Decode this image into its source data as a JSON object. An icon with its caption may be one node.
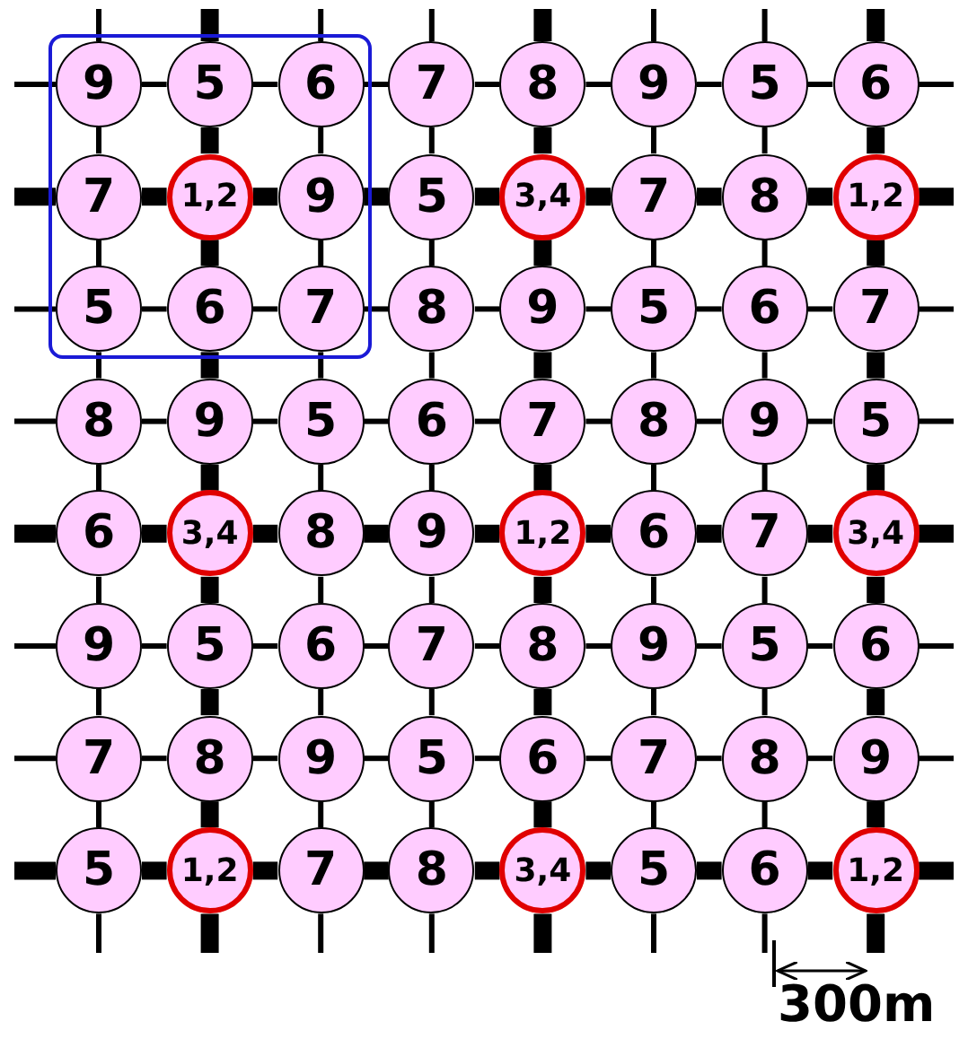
{
  "diagram": {
    "nodes": [
      {
        "text": [],
        "shape": "box"
      },
      {
        "text": [
          "9"
        ],
        "in": 0
      },
      {
        "text": [
          "5"
        ],
        "in": 0
      },
      {
        "text": [
          "6"
        ],
        "in": 0
      },
      {
        "text": [
          "7"
        ]
      },
      {
        "text": [
          "8"
        ]
      },
      {
        "text": [
          "9"
        ]
      },
      {
        "text": [
          "5"
        ]
      },
      {
        "text": [
          "6"
        ]
      },
      {
        "text": [
          "7"
        ],
        "in": 0
      },
      {
        "text": [
          "1,2"
        ],
        "in": 0
      },
      {
        "text": [
          "9"
        ],
        "in": 0
      },
      {
        "text": [
          "5"
        ]
      },
      {
        "text": [
          "3,4"
        ]
      },
      {
        "text": [
          "7"
        ]
      },
      {
        "text": [
          "8"
        ]
      },
      {
        "text": [
          "1,2"
        ]
      },
      {
        "text": [
          "5"
        ],
        "in": 0
      },
      {
        "text": [
          "6"
        ],
        "in": 0
      },
      {
        "text": [
          "7"
        ],
        "in": 0
      },
      {
        "text": [
          "8"
        ]
      },
      {
        "text": [
          "9"
        ]
      },
      {
        "text": [
          "5"
        ]
      },
      {
        "text": [
          "6"
        ]
      },
      {
        "text": [
          "7"
        ]
      },
      {
        "text": [
          "8"
        ]
      },
      {
        "text": [
          "9"
        ]
      },
      {
        "text": [
          "5"
        ]
      },
      {
        "text": [
          "6"
        ]
      },
      {
        "text": [
          "7"
        ]
      },
      {
        "text": [
          "8"
        ]
      },
      {
        "text": [
          "9"
        ]
      },
      {
        "text": [
          "5"
        ]
      },
      {
        "text": [
          "6"
        ]
      },
      {
        "text": [
          "3,4"
        ]
      },
      {
        "text": [
          "8"
        ]
      },
      {
        "text": [
          "9"
        ]
      },
      {
        "text": [
          "1,2"
        ]
      },
      {
        "text": [
          "6"
        ]
      },
      {
        "text": [
          "7"
        ]
      },
      {
        "text": [
          "3,4"
        ]
      },
      {
        "text": [
          "9"
        ]
      },
      {
        "text": [
          "5"
        ]
      },
      {
        "text": [
          "6"
        ]
      },
      {
        "text": [
          "7"
        ]
      },
      {
        "text": [
          "8"
        ]
      },
      {
        "text": [
          "9"
        ]
      },
      {
        "text": [
          "5"
        ]
      },
      {
        "text": [
          "6"
        ]
      },
      {
        "text": [
          "7"
        ]
      },
      {
        "text": [
          "8"
        ]
      },
      {
        "text": [
          "9"
        ]
      },
      {
        "text": [
          "5"
        ]
      },
      {
        "text": [
          "6"
        ]
      },
      {
        "text": [
          "7"
        ]
      },
      {
        "text": [
          "8"
        ]
      },
      {
        "text": [
          "9"
        ]
      },
      {
        "text": [
          "5"
        ]
      },
      {
        "text": [
          "1,2"
        ]
      },
      {
        "text": [
          "7"
        ]
      },
      {
        "text": [
          "8"
        ]
      },
      {
        "text": [
          "3,4"
        ]
      },
      {
        "text": [
          "5"
        ]
      },
      {
        "text": [
          "6"
        ]
      },
      {
        "text": [
          "1,2"
        ]
      }
    ],
    "edges": [
      {
        "from": null,
        "to": 1,
        "arrow": "none"
      },
      {
        "from": 1,
        "to": 2,
        "arrow": "none"
      },
      {
        "from": 2,
        "to": 3,
        "arrow": "none"
      },
      {
        "from": 3,
        "to": 4,
        "arrow": "none"
      },
      {
        "from": 4,
        "to": 5,
        "arrow": "none"
      },
      {
        "from": 5,
        "to": 6,
        "arrow": "none"
      },
      {
        "from": 6,
        "to": 7,
        "arrow": "none"
      },
      {
        "from": 7,
        "to": 8,
        "arrow": "none"
      },
      {
        "from": 8,
        "to": null,
        "arrow": "none"
      },
      {
        "from": null,
        "to": 9,
        "arrow": "none",
        "style": "thick"
      },
      {
        "from": 9,
        "to": 10,
        "arrow": "none",
        "style": "thick"
      },
      {
        "from": 10,
        "to": 11,
        "arrow": "none",
        "style": "thick"
      },
      {
        "from": 11,
        "to": 12,
        "arrow": "none",
        "style": "thick"
      },
      {
        "from": 12,
        "to": 13,
        "arrow": "none",
        "style": "thick"
      },
      {
        "from": 13,
        "to": 14,
        "arrow": "none",
        "style": "thick"
      },
      {
        "from": 14,
        "to": 15,
        "arrow": "none",
        "style": "thick"
      },
      {
        "from": 15,
        "to": 16,
        "arrow": "none",
        "style": "thick"
      },
      {
        "from": 16,
        "to": null,
        "arrow": "none",
        "style": "thick"
      },
      {
        "from": null,
        "to": 17,
        "arrow": "none"
      },
      {
        "from": 17,
        "to": 18,
        "arrow": "none"
      },
      {
        "from": 18,
        "to": 19,
        "arrow": "none"
      },
      {
        "from": 19,
        "to": 20,
        "arrow": "none"
      },
      {
        "from": 20,
        "to": 21,
        "arrow": "none"
      },
      {
        "from": 21,
        "to": 22,
        "arrow": "none"
      },
      {
        "from": 22,
        "to": 23,
        "arrow": "none"
      },
      {
        "from": 23,
        "to": 24,
        "arrow": "none"
      },
      {
        "from": 24,
        "to": null,
        "arrow": "none"
      },
      {
        "from": null,
        "to": 25,
        "arrow": "none"
      },
      {
        "from": 25,
        "to": 26,
        "arrow": "none"
      },
      {
        "from": 26,
        "to": 27,
        "arrow": "none"
      },
      {
        "from": 27,
        "to": 28,
        "arrow": "none"
      },
      {
        "from": 28,
        "to": 29,
        "arrow": "none"
      },
      {
        "from": 29,
        "to": 30,
        "arrow": "none"
      },
      {
        "from": 30,
        "to": 31,
        "arrow": "none"
      },
      {
        "from": 31,
        "to": 32,
        "arrow": "none"
      },
      {
        "from": 32,
        "to": null,
        "arrow": "none"
      },
      {
        "from": null,
        "to": 33,
        "arrow": "none",
        "style": "thick"
      },
      {
        "from": 33,
        "to": 34,
        "arrow": "none",
        "style": "thick"
      },
      {
        "from": 34,
        "to": 35,
        "arrow": "none",
        "style": "thick"
      },
      {
        "from": 35,
        "to": 36,
        "arrow": "none",
        "style": "thick"
      },
      {
        "from": 36,
        "to": 37,
        "arrow": "none",
        "style": "thick"
      },
      {
        "from": 37,
        "to": 38,
        "arrow": "none",
        "style": "thick"
      },
      {
        "from": 38,
        "to": 39,
        "arrow": "none",
        "style": "thick"
      },
      {
        "from": 39,
        "to": 40,
        "arrow": "none",
        "style": "thick"
      },
      {
        "from": 40,
        "to": null,
        "arrow": "none",
        "style": "thick"
      },
      {
        "from": null,
        "to": 41,
        "arrow": "none"
      },
      {
        "from": 41,
        "to": 42,
        "arrow": "none"
      },
      {
        "from": 42,
        "to": 43,
        "arrow": "none"
      },
      {
        "from": 43,
        "to": 44,
        "arrow": "none"
      },
      {
        "from": 44,
        "to": 45,
        "arrow": "none"
      },
      {
        "from": 45,
        "to": 46,
        "arrow": "none"
      },
      {
        "from": 46,
        "to": 47,
        "arrow": "none"
      },
      {
        "from": 47,
        "to": 48,
        "arrow": "none"
      },
      {
        "from": 48,
        "to": null,
        "arrow": "none"
      },
      {
        "from": null,
        "to": 49,
        "arrow": "none"
      },
      {
        "from": 49,
        "to": 50,
        "arrow": "none"
      },
      {
        "from": 50,
        "to": 51,
        "arrow": "none"
      },
      {
        "from": 51,
        "to": 52,
        "arrow": "none"
      },
      {
        "from": 52,
        "to": 53,
        "arrow": "none"
      },
      {
        "from": 53,
        "to": 54,
        "arrow": "none"
      },
      {
        "from": 54,
        "to": 55,
        "arrow": "none"
      },
      {
        "from": 55,
        "to": 56,
        "arrow": "none"
      },
      {
        "from": 56,
        "to": null,
        "arrow": "none"
      },
      {
        "from": null,
        "to": 57,
        "arrow": "none",
        "style": "thick"
      },
      {
        "from": 57,
        "to": 58,
        "arrow": "none",
        "style": "thick"
      },
      {
        "from": 58,
        "to": 59,
        "arrow": "none",
        "style": "thick"
      },
      {
        "from": 59,
        "to": 60,
        "arrow": "none",
        "style": "thick"
      },
      {
        "from": 60,
        "to": 61,
        "arrow": "none",
        "style": "thick"
      },
      {
        "from": 61,
        "to": 62,
        "arrow": "none",
        "style": "thick"
      },
      {
        "from": 62,
        "to": 63,
        "arrow": "none",
        "style": "thick"
      },
      {
        "from": 63,
        "to": 64,
        "arrow": "none",
        "style": "thick"
      },
      {
        "from": 64,
        "to": null,
        "arrow": "none",
        "style": "thick"
      },
      {
        "from": null,
        "to": 1,
        "arrow": "none"
      },
      {
        "from": 1,
        "to": 9,
        "arrow": "none"
      },
      {
        "from": 9,
        "to": 17,
        "arrow": "none"
      },
      {
        "from": 17,
        "to": 25,
        "arrow": "none"
      },
      {
        "from": 25,
        "to": 33,
        "arrow": "none"
      },
      {
        "from": 33,
        "to": 41,
        "arrow": "none"
      },
      {
        "from": 41,
        "to": 49,
        "arrow": "none"
      },
      {
        "from": 49,
        "to": 57,
        "arrow": "none"
      },
      {
        "from": 57,
        "to": null,
        "arrow": "none"
      },
      {
        "from": null,
        "to": 2,
        "arrow": "none",
        "style": "thick"
      },
      {
        "from": 2,
        "to": 10,
        "arrow": "none",
        "style": "thick"
      },
      {
        "from": 10,
        "to": 18,
        "arrow": "none",
        "style": "thick"
      },
      {
        "from": 18,
        "to": 26,
        "arrow": "none",
        "style": "thick"
      },
      {
        "from": 26,
        "to": 34,
        "arrow": "none",
        "style": "thick"
      },
      {
        "from": 34,
        "to": 42,
        "arrow": "none",
        "style": "thick"
      },
      {
        "from": 42,
        "to": 50,
        "arrow": "none",
        "style": "thick"
      },
      {
        "from": 50,
        "to": 58,
        "arrow": "none",
        "style": "thick"
      },
      {
        "from": 58,
        "to": null,
        "arrow": "none",
        "style": "thick"
      },
      {
        "from": null,
        "to": 3,
        "arrow": "none"
      },
      {
        "from": 3,
        "to": 11,
        "arrow": "none"
      },
      {
        "from": 11,
        "to": 19,
        "arrow": "none"
      },
      {
        "from": 19,
        "to": 27,
        "arrow": "none"
      },
      {
        "from": 27,
        "to": 35,
        "arrow": "none"
      },
      {
        "from": 35,
        "to": 43,
        "arrow": "none"
      },
      {
        "from": 43,
        "to": 51,
        "arrow": "none"
      },
      {
        "from": 51,
        "to": 59,
        "arrow": "none"
      },
      {
        "from": 59,
        "to": null,
        "arrow": "none"
      },
      {
        "from": null,
        "to": 4,
        "arrow": "none"
      },
      {
        "from": 4,
        "to": 12,
        "arrow": "none"
      },
      {
        "from": 12,
        "to": 20,
        "arrow": "none"
      },
      {
        "from": 20,
        "to": 28,
        "arrow": "none"
      },
      {
        "from": 28,
        "to": 36,
        "arrow": "none"
      },
      {
        "from": 36,
        "to": 44,
        "arrow": "none"
      },
      {
        "from": 44,
        "to": 52,
        "arrow": "none"
      },
      {
        "from": 52,
        "to": 60,
        "arrow": "none"
      },
      {
        "from": 60,
        "to": null,
        "arrow": "none"
      },
      {
        "from": null,
        "to": 5,
        "arrow": "none",
        "style": "thick"
      },
      {
        "from": 5,
        "to": 13,
        "arrow": "none",
        "style": "thick"
      },
      {
        "from": 13,
        "to": 21,
        "arrow": "none",
        "style": "thick"
      },
      {
        "from": 21,
        "to": 29,
        "arrow": "none",
        "style": "thick"
      },
      {
        "from": 29,
        "to": 37,
        "arrow": "none",
        "style": "thick"
      },
      {
        "from": 37,
        "to": 45,
        "arrow": "none",
        "style": "thick"
      },
      {
        "from": 45,
        "to": 53,
        "arrow": "none",
        "style": "thick"
      },
      {
        "from": 53,
        "to": 61,
        "arrow": "none",
        "style": "thick"
      },
      {
        "from": 61,
        "to": null,
        "arrow": "none",
        "style": "thick"
      },
      {
        "from": null,
        "to": 6,
        "arrow": "none"
      },
      {
        "from": 6,
        "to": 14,
        "arrow": "none"
      },
      {
        "from": 14,
        "to": 22,
        "arrow": "none"
      },
      {
        "from": 22,
        "to": 30,
        "arrow": "none"
      },
      {
        "from": 30,
        "to": 38,
        "arrow": "none"
      },
      {
        "from": 38,
        "to": 46,
        "arrow": "none"
      },
      {
        "from": 46,
        "to": 54,
        "arrow": "none"
      },
      {
        "from": 54,
        "to": 62,
        "arrow": "none"
      },
      {
        "from": 62,
        "to": null,
        "arrow": "none"
      },
      {
        "from": null,
        "to": 7,
        "arrow": "none"
      },
      {
        "from": 7,
        "to": 15,
        "arrow": "none"
      },
      {
        "from": 15,
        "to": 23,
        "arrow": "none"
      },
      {
        "from": 23,
        "to": 31,
        "arrow": "none"
      },
      {
        "from": 31,
        "to": 39,
        "arrow": "none"
      },
      {
        "from": 39,
        "to": 47,
        "arrow": "none"
      },
      {
        "from": 47,
        "to": 55,
        "arrow": "none"
      },
      {
        "from": 55,
        "to": 63,
        "arrow": "none"
      },
      {
        "from": 63,
        "to": null,
        "arrow": "none"
      },
      {
        "from": null,
        "to": 8,
        "arrow": "none",
        "style": "thick"
      },
      {
        "from": 8,
        "to": 16,
        "arrow": "none",
        "style": "thick"
      },
      {
        "from": 16,
        "to": 24,
        "arrow": "none",
        "style": "thick"
      },
      {
        "from": 24,
        "to": 32,
        "arrow": "none",
        "style": "thick"
      },
      {
        "from": 32,
        "to": 40,
        "arrow": "none",
        "style": "thick"
      },
      {
        "from": 40,
        "to": 48,
        "arrow": "none",
        "style": "thick"
      },
      {
        "from": 48,
        "to": 56,
        "arrow": "none",
        "style": "thick"
      },
      {
        "from": 56,
        "to": 64,
        "arrow": "none",
        "style": "thick"
      },
      {
        "from": 64,
        "to": null,
        "arrow": "none",
        "style": "thick"
      }
    ],
    "labels": [
      "300m"
    ]
  }
}
